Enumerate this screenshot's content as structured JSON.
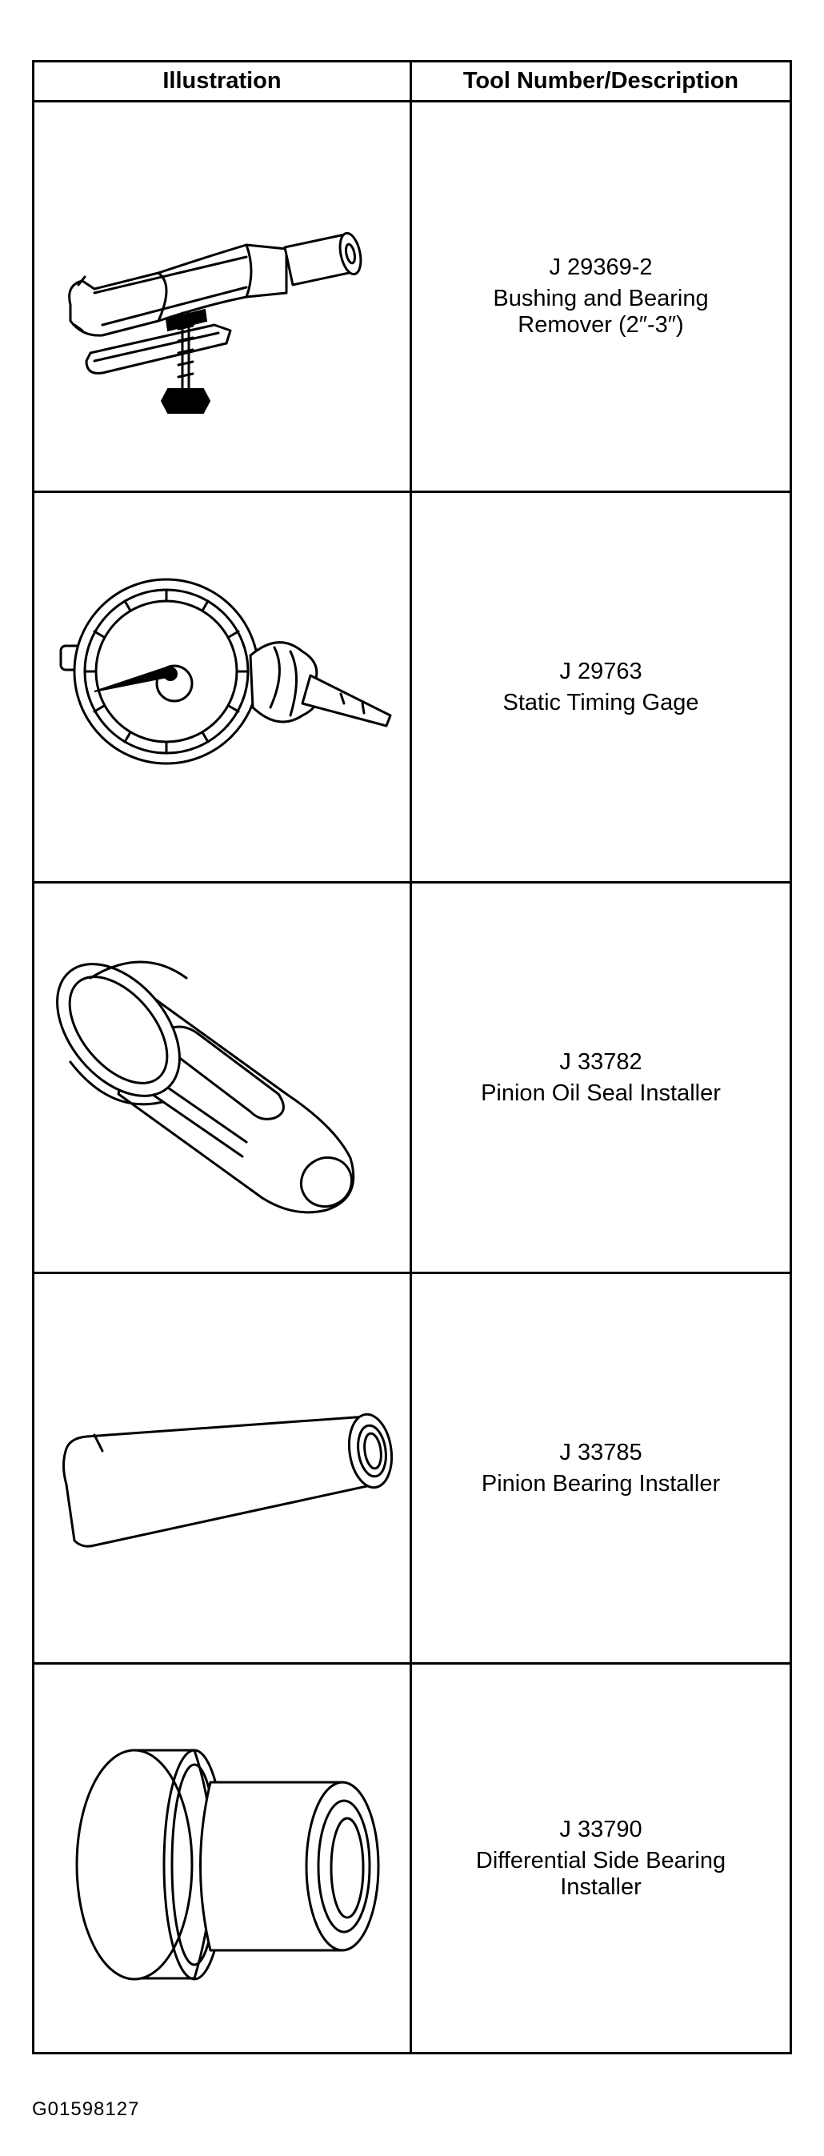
{
  "table": {
    "header": {
      "illustration": "Illustration",
      "tool_number_description": "Tool Number/Description"
    },
    "rows": [
      {
        "tool_number": "J 29369-2",
        "description": "Bushing and Bearing\nRemover (2″-3″)",
        "icon": "bushing-bearing-remover-icon"
      },
      {
        "tool_number": "J 29763",
        "description": "Static Timing Gage",
        "icon": "timing-gage-icon"
      },
      {
        "tool_number": "J 33782",
        "description": "Pinion Oil Seal Installer",
        "icon": "seal-installer-icon"
      },
      {
        "tool_number": "J 33785",
        "description": "Pinion Bearing Installer",
        "icon": "bearing-installer-tube-icon"
      },
      {
        "tool_number": "J 33790",
        "description": "Differential Side Bearing\nInstaller",
        "icon": "side-bearing-installer-icon"
      }
    ]
  },
  "figure_id": "G01598127"
}
